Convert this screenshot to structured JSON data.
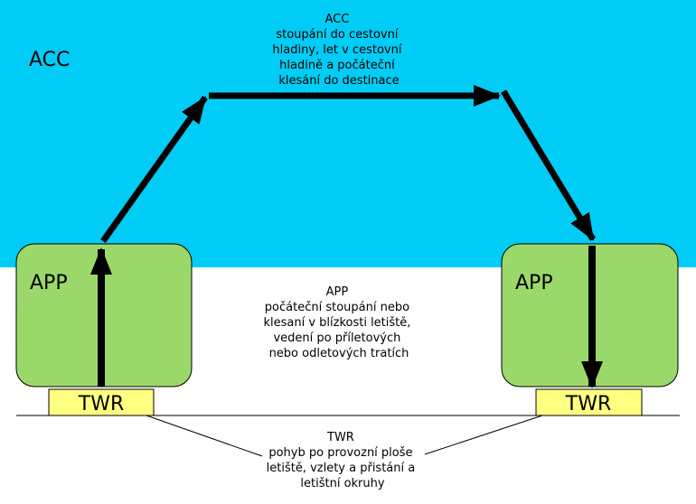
{
  "colors": {
    "acc_zone": "#00ccf5",
    "app_box": "#9bd86a",
    "twr_box": "#ffff80",
    "arrow": "#000000",
    "line": "#000000",
    "background": "#ffffff"
  },
  "acc": {
    "zone_label": "ACC",
    "desc": [
      "ACC",
      "stoupání do cestovní",
      "hladiny, let v cestovní",
      "hladině a počáteční",
      "klesání do destinace"
    ]
  },
  "app": {
    "left_label": "APP",
    "right_label": "APP",
    "desc": [
      "APP",
      "počáteční stoupání nebo",
      "klesaní v blízkosti letiště,",
      "vedení po příletových",
      "nebo odletových tratích"
    ]
  },
  "twr": {
    "left_label": "TWR",
    "right_label": "TWR",
    "desc": [
      "TWR",
      "pohyb po provozní ploše",
      "letiště, vzlety a přistání a",
      "letištní okruhy"
    ]
  }
}
